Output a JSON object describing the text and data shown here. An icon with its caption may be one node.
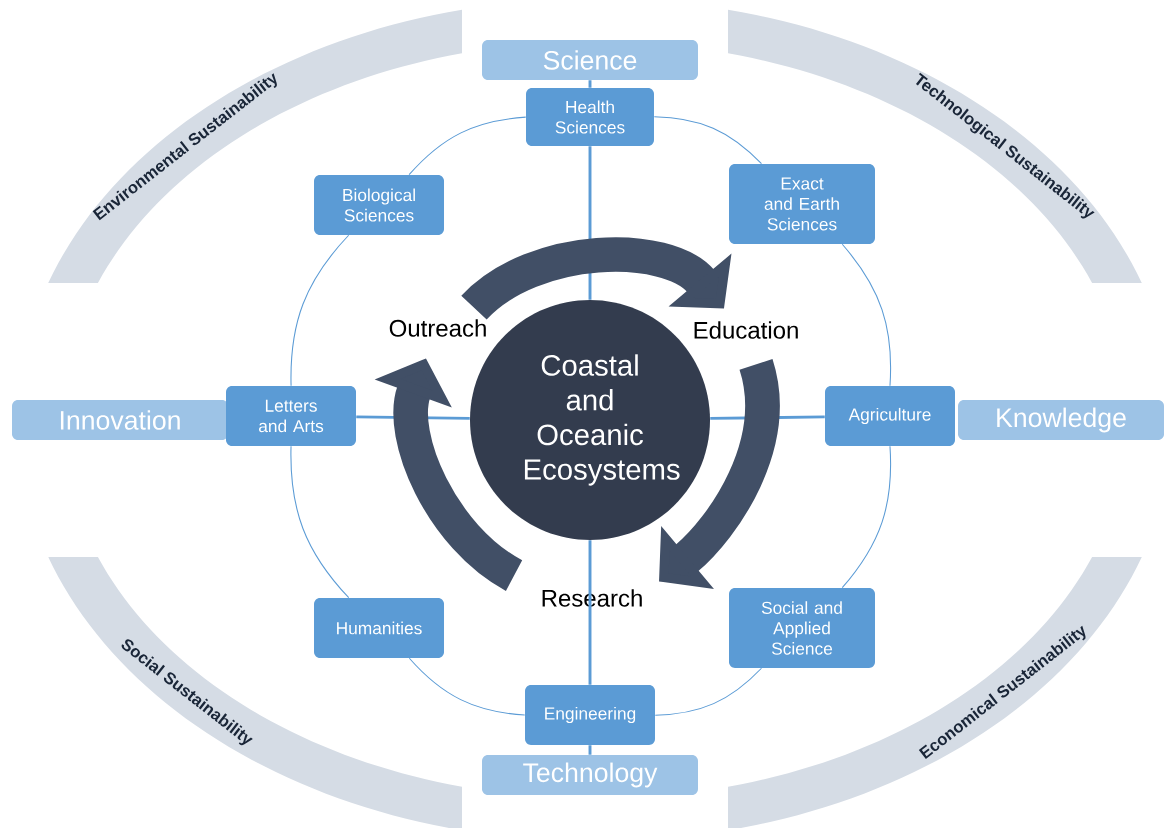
{
  "diagram": {
    "nodes": [
      {
        "text": [
          "Environmental Sustainability"
        ]
      },
      {
        "text": [
          "Science"
        ]
      },
      {
        "text": [
          "Technological Sustainability"
        ]
      },
      {
        "text": [
          "Health Sciences"
        ]
      },
      {
        "text": [
          "Biological Sciences"
        ]
      },
      {
        "text": [
          "Exact and Earth Sciences"
        ]
      },
      {
        "text": [
          "Coastal and Oceanic Ecosystems"
        ]
      },
      {
        "text": [
          "Innovation"
        ]
      },
      {
        "text": [
          "Letters and Arts"
        ]
      },
      {
        "text": [
          "Agriculture"
        ]
      },
      {
        "text": [
          "Knowledge"
        ]
      },
      {
        "text": [
          "Humanities"
        ]
      },
      {
        "text": [
          "Social and Applied Science"
        ]
      },
      {
        "text": [
          "Engineering"
        ]
      },
      {
        "text": [
          "Social Sustainability"
        ]
      },
      {
        "text": [
          "Technology"
        ]
      },
      {
        "text": [
          "Economical Sustainability"
        ]
      },
      {
        "text": [
          "Outreach"
        ]
      },
      {
        "text": [
          "Education"
        ]
      },
      {
        "text": [
          "Research"
        ]
      }
    ],
    "edges": [
      {
        "from": 3,
        "to": 5,
        "arrow": "none"
      },
      {
        "from": 5,
        "to": 9,
        "arrow": "none"
      },
      {
        "from": 9,
        "to": 12,
        "arrow": "none"
      },
      {
        "from": 12,
        "to": 13,
        "arrow": "none"
      },
      {
        "from": 13,
        "to": 11,
        "arrow": "none"
      },
      {
        "from": 11,
        "to": 8,
        "arrow": "none"
      },
      {
        "from": 8,
        "to": 4,
        "arrow": "none"
      },
      {
        "from": 4,
        "to": 3,
        "arrow": "none"
      },
      {
        "from": 6,
        "to": 3,
        "arrow": "none"
      },
      {
        "from": 6,
        "to": 13,
        "arrow": "none"
      },
      {
        "from": 6,
        "to": 8,
        "arrow": "none"
      },
      {
        "from": 6,
        "to": 9,
        "arrow": "none"
      },
      {
        "from": 3,
        "to": 1,
        "arrow": "none"
      },
      {
        "from": 13,
        "to": 15,
        "arrow": "none"
      },
      {
        "from": 17,
        "to": 18,
        "arrow": "to",
        "style": "thick",
        "color": "#414f66"
      },
      {
        "from": 18,
        "to": 19,
        "arrow": "to",
        "style": "thick",
        "color": "#414f66"
      },
      {
        "from": 19,
        "to": 17,
        "arrow": "to",
        "style": "thick",
        "color": "#414f66"
      }
    ]
  }
}
